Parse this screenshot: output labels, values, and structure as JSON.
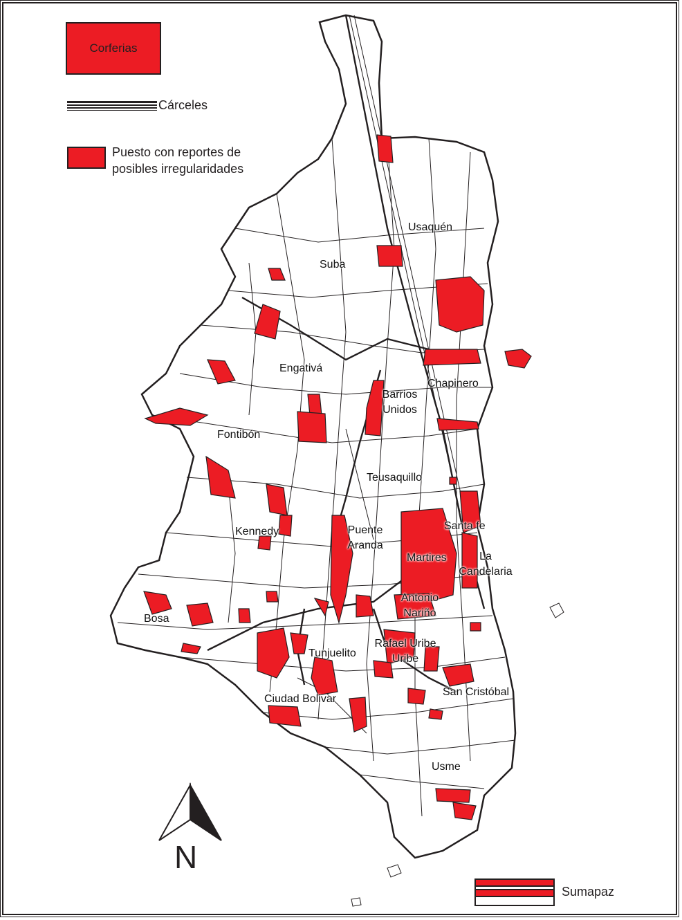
{
  "legend": {
    "corferias_label": "Corferias",
    "carceles_label": "Cárceles",
    "puesto_label_line1": "Puesto con reportes de",
    "puesto_label_line2": "posibles irregularidades",
    "sumapaz_label": "Sumapaz"
  },
  "north_arrow": {
    "letter": "N",
    "icon": "north-arrow-icon"
  },
  "colors": {
    "highlight": "#ec1c24",
    "outline": "#231f20",
    "background": "#ffffff"
  },
  "localities": {
    "usaquen": "Usaquén",
    "suba": "Suba",
    "engativa": "Engativá",
    "chapinero": "Chapinero",
    "barrios_unidos_1": "Barrios",
    "barrios_unidos_2": "Unidos",
    "fontibon": "Fontibón",
    "teusaquillo": "Teusaquillo",
    "santa_fe": "Santa fe",
    "kennedy": "Kennedy",
    "puente_aranda_1": "Puente",
    "puente_aranda_2": "Aranda",
    "martires": "Martires",
    "la_candelaria_1": "La",
    "la_candelaria_2": "Candelaria",
    "antonio_narino_1": "Antonio",
    "antonio_narino_2": "Nariño",
    "bosa": "Bosa",
    "tunjuelito": "Tunjuelito",
    "rafael_uribe_1": "Rafael Uribe",
    "rafael_uribe_2": "Uribe",
    "san_cristobal": "San Cristóbal",
    "ciudad_bolivar": "Ciudad Bolivar",
    "usme": "Usme"
  }
}
